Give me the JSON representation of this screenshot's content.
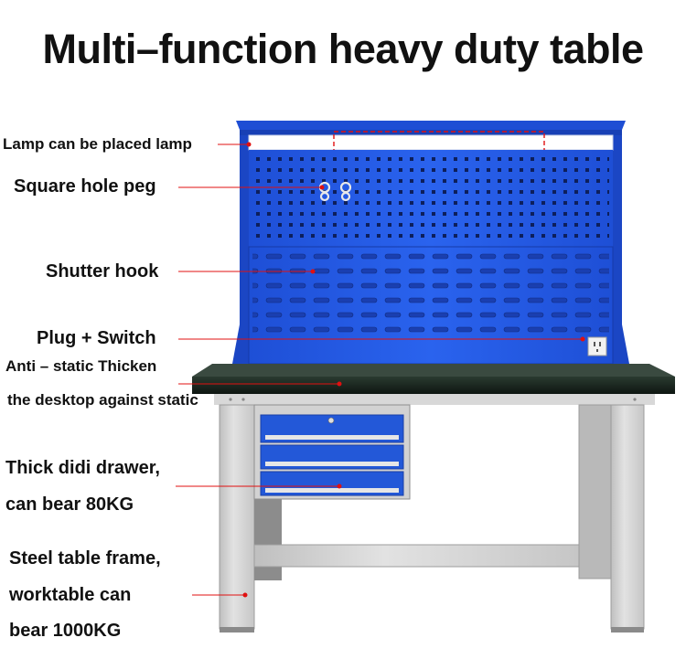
{
  "title": "Multi–function heavy duty table",
  "labels": {
    "lamp": "Lamp can be placed lamp",
    "peg": "Square hole peg",
    "shutter": "Shutter hook",
    "plug": "Plug + Switch",
    "antistatic_1": "Anti – static Thicken",
    "antistatic_2": "the desktop against static",
    "drawer_1": "Thick didi drawer,",
    "drawer_2": "can bear 80KG",
    "frame_1": "Steel table frame,",
    "frame_2": "worktable can",
    "frame_3": "bear 1000KG"
  },
  "colors": {
    "panel_blue": "#2255dd",
    "frame_grey": "#d4d4d4",
    "desk_black": "#1c2a22",
    "pointer_red": "#e01010"
  }
}
